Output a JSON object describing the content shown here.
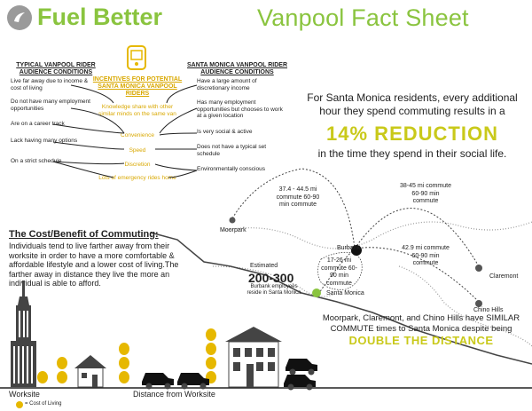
{
  "header": {
    "title_main": "Fuel Better",
    "title_sub": "Vanpool Fact Sheet"
  },
  "typical": {
    "heading": "TYPICAL VANPOOL RIDER AUDIENCE CONDITIONS",
    "items": [
      "Live far away due to income & cost of living",
      "Do not have many employment opportunities",
      "Are on a career track",
      "Lack having many options",
      "On a strict schedule"
    ]
  },
  "incentives": {
    "heading": "INCENTIVES FOR POTENTIAL SANTA MONICA VANPOOL RIDERS",
    "items": [
      "Knowledge share with other similar minds on the same van",
      "Convenience",
      "Speed",
      "Discretion",
      "Lots of emergency rides home"
    ]
  },
  "santa_monica": {
    "heading": "SANTA MONICA VANPOOL RIDER AUDIENCE CONDITIONS",
    "items": [
      "Have a large amount of discretionary income",
      "Has many employment opportunities but chooses to work at a given location",
      "Is very social & active",
      "Does not have a typical set schedule",
      "Environmentally conscious"
    ]
  },
  "fact": {
    "line1": "For Santa Monica residents, every additional hour they spend commuting results in a",
    "highlight": "14% REDUCTION",
    "line2": "in the time they spend in their social life."
  },
  "cost": {
    "heading": "The Cost/Benefit of Commuting:",
    "text": "Individuals tend to live farther away from their worksite in order to have a more comfortable & affordable lifestyle and a lower cost of living.The farther away in distance they live the more an individual is able to afford."
  },
  "map": {
    "routes": [
      "37.4 - 44.5 mi commute 60-90 min commute",
      "38-45 mi commute 60-90 min commute",
      "17-26 mi commute 60-90 min commute",
      "42.9 mi commute 60-90 min commute"
    ],
    "cities": [
      "Moorpark",
      "Burbank",
      "Claremont",
      "Santa Monica",
      "Chino Hills"
    ],
    "estimated_label": "Estimated",
    "estimated_value": "200-300",
    "estimated_desc": "Burbank employees reside in Santa Monica"
  },
  "similar": {
    "text": "Moorpark, Claremont, and Chino Hills have SIMILAR COMMUTE times to Santa Monica despite being",
    "highlight": "DOUBLE THE DISTANCE"
  },
  "bottom": {
    "worksite": "Worksite",
    "distance": "Distance from Worksite",
    "legend": "= Cost of Living"
  },
  "colors": {
    "green": "#8ac43f",
    "yellow": "#c9c91a",
    "gold": "#e6b800",
    "grey": "#9a9a9a"
  }
}
